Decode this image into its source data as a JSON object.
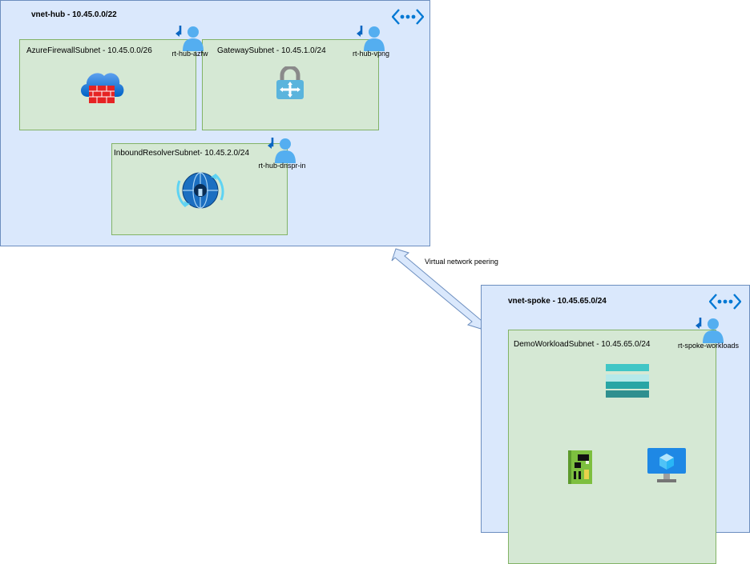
{
  "diagram": {
    "vnets": {
      "hub": {
        "title": "vnet-hub - 10.45.0.0/22"
      },
      "spoke": {
        "title": "vnet-spoke - 10.45.65.0/24"
      }
    },
    "subnets": {
      "azfw": {
        "title": "AzureFirewallSubnet - 10.45.0.0/26"
      },
      "gateway": {
        "title": "GatewaySubnet - 10.45.1.0/24"
      },
      "resolver": {
        "title": "InboundResolverSubnet- 10.45.2.0/24"
      },
      "workload": {
        "title": "DemoWorkloadSubnet - 10.45.65.0/24"
      }
    },
    "route_tables": {
      "azfw": "rt-hub-azfw",
      "vpng": "rt-hub-vpng",
      "dnspr": "rt-hub-dnspr-in",
      "workloads": "rt-spoke-workloads"
    },
    "peering_label": "Virtual network peering",
    "icons": [
      "vnet-icon",
      "route-table-icon",
      "firewall-icon",
      "vpn-gateway-icon",
      "dns-resolver-icon",
      "storage-icon",
      "nic-icon",
      "virtual-machine-icon"
    ],
    "colors": {
      "vnet_fill": "#dae8fc",
      "vnet_border": "#6c8ebf",
      "subnet_fill": "#d5e8d4",
      "subnet_border": "#82b366",
      "azure_blue": "#0078d4"
    }
  }
}
